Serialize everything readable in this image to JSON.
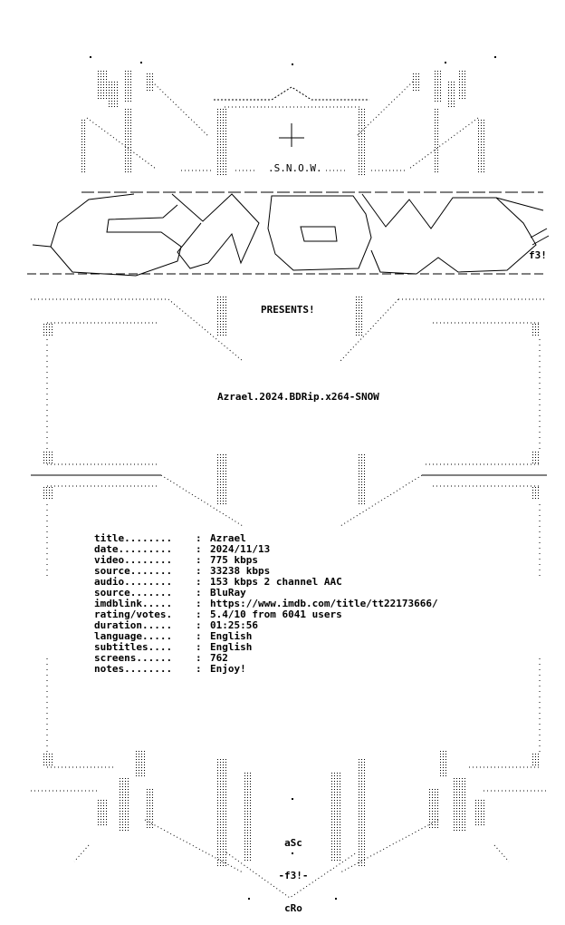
{
  "group_tag": ".S.N.O.W.",
  "presents": "PRESENTS!",
  "release_name": "Azrael.2024.BDRip.x264-SNOW",
  "logo_signature": "f3!",
  "info": [
    {
      "key": "title........",
      "value": "Azrael"
    },
    {
      "key": "date.........",
      "value": "2024/11/13"
    },
    {
      "key": "video........",
      "value": "775 kbps"
    },
    {
      "key": "source.......",
      "value": "33238 kbps"
    },
    {
      "key": "audio........",
      "value": "153 kbps 2 channel AAC"
    },
    {
      "key": "source.......",
      "value": "BluRay"
    },
    {
      "key": "imdblink.....",
      "value": "https://www.imdb.com/title/tt22173666/"
    },
    {
      "key": "rating/votes.",
      "value": "5.4/10 from 6041 users"
    },
    {
      "key": "duration.....",
      "value": "01:25:56"
    },
    {
      "key": "language.....",
      "value": "English"
    },
    {
      "key": "subtitles....",
      "value": "English"
    },
    {
      "key": "screens......",
      "value": "762"
    },
    {
      "key": "notes........",
      "value": "Enjoy!"
    }
  ],
  "footer_credit": {
    "line1": "aSc",
    "line2": "-f3!-",
    "line3": "cRo"
  }
}
